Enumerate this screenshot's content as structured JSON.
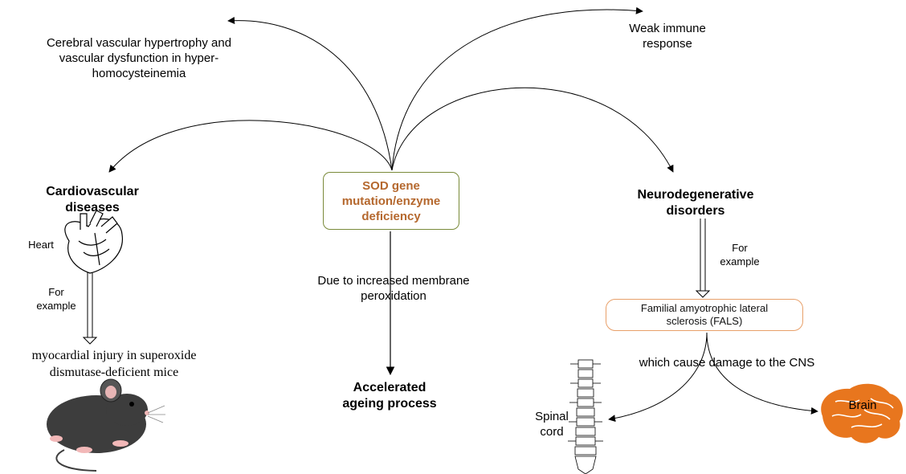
{
  "center": {
    "label": "SOD gene mutation/enzyme deficiency",
    "lines": [
      "SOD gene",
      "mutation/enzyme",
      "deficiency"
    ]
  },
  "effects": {
    "cerebral": {
      "lines": [
        "Cerebral vascular hypertrophy and",
        "vascular dysfunction in hyper-",
        "homocysteinemia"
      ]
    },
    "immune": {
      "lines": [
        "Weak immune",
        "response"
      ]
    },
    "cardio": {
      "lines": [
        "Cardiovascular",
        "diseases"
      ]
    },
    "neuro": {
      "lines": [
        "Neurodegenerative",
        "disorders"
      ]
    },
    "ageing": {
      "lines": [
        "Accelerated",
        "ageing process"
      ]
    }
  },
  "cardio_branch": {
    "heart_label": "Heart",
    "for_example": [
      "For",
      "example"
    ],
    "outcome": [
      "myocardial injury in superoxide",
      "dismutase-deficient mice"
    ]
  },
  "ageing_branch": {
    "reason": [
      "Due to increased membrane",
      "peroxidation"
    ]
  },
  "neuro_branch": {
    "for_example": [
      "For",
      "example"
    ],
    "fals": [
      "Familial amyotrophic lateral",
      "sclerosis (FALS)"
    ],
    "cns_text": "which cause damage to the CNS",
    "spinal_label": [
      "Spinal",
      "cord"
    ],
    "brain_label": "Brain"
  },
  "colors": {
    "sod_text": "#b5682e",
    "sod_border": "#7a8a3a",
    "fals_border": "#e8a06a",
    "brain": "#e8761e",
    "mouse": "#3d3d3d"
  }
}
